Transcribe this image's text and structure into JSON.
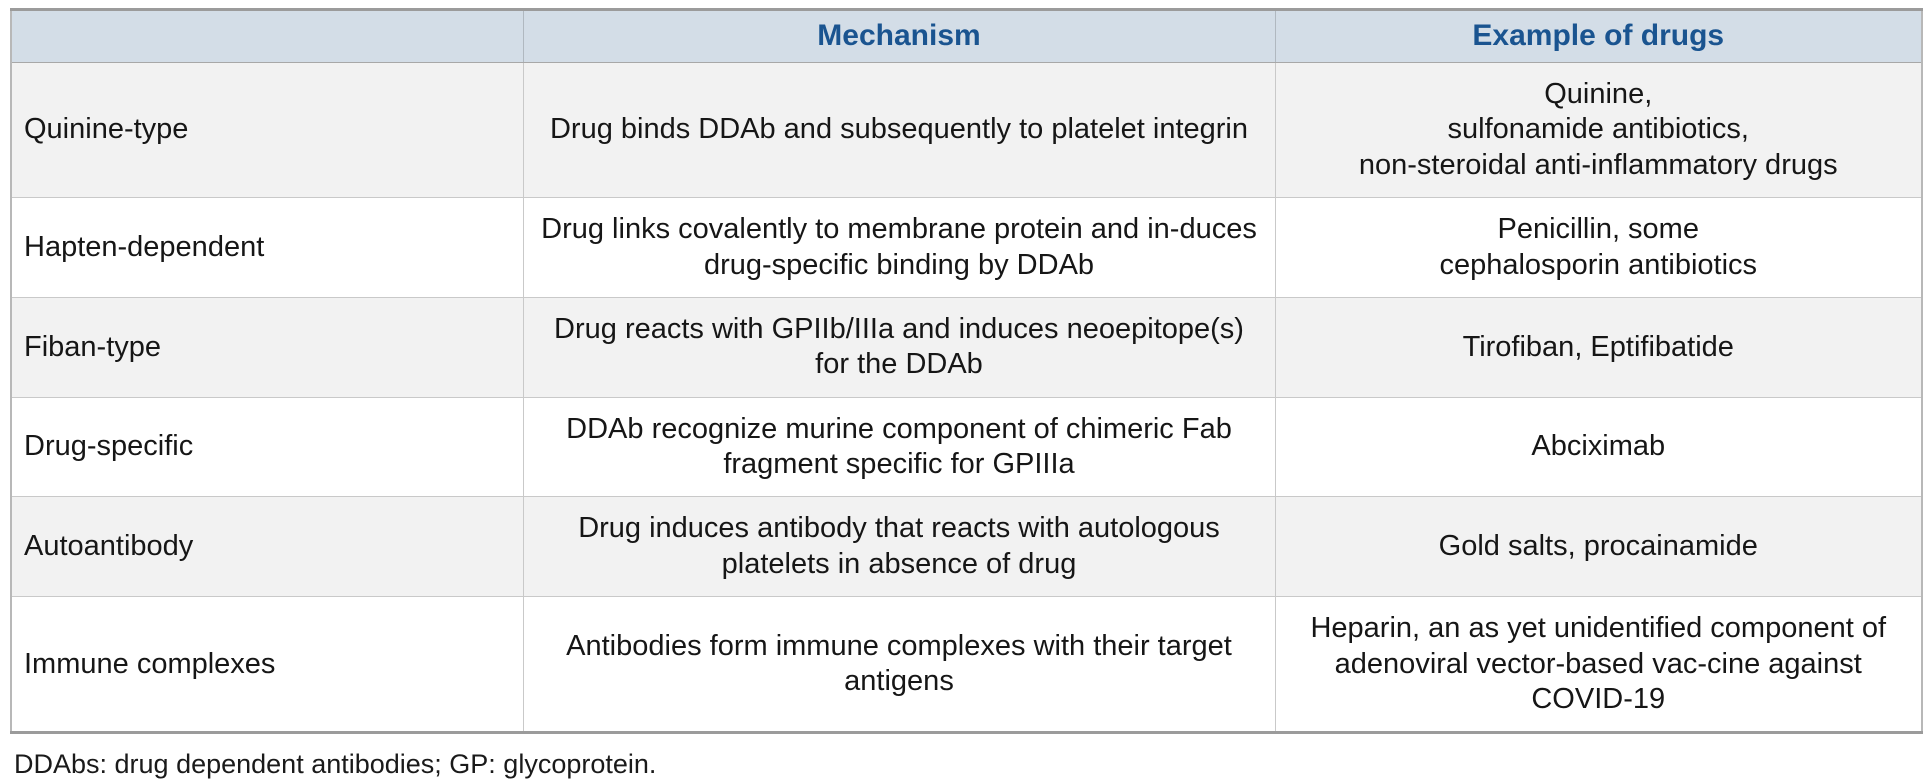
{
  "table": {
    "headers": {
      "type": "",
      "mechanism": "Mechanism",
      "drugs": "Example of drugs"
    },
    "rows": [
      {
        "type": "Quinine-type",
        "mechanism": "Drug binds DDAb and subsequently to platelet integrin",
        "drugs": "Quinine,\nsulfonamide antibiotics,\nnon-steroidal anti-inflammatory drugs"
      },
      {
        "type": "Hapten-dependent",
        "mechanism": "Drug links covalently to membrane protein and in-duces drug-specific binding by DDAb",
        "drugs": "Penicillin, some\ncephalosporin antibiotics"
      },
      {
        "type": "Fiban-type",
        "mechanism": "Drug reacts with GPIIb/IIIa and induces neoepitope(s) for the DDAb",
        "drugs": "Tirofiban, Eptifibatide"
      },
      {
        "type": "Drug-specific",
        "mechanism": "DDAb recognize murine component of chimeric Fab fragment specific for GPIIIa",
        "drugs": "Abciximab"
      },
      {
        "type": "Autoantibody",
        "mechanism": "Drug induces antibody that reacts with autologous platelets in absence of drug",
        "drugs": "Gold salts, procainamide"
      },
      {
        "type": "Immune complexes",
        "mechanism": "Antibodies form immune complexes with their target antigens",
        "drugs": "Heparin, an as yet unidentified component of adenoviral vector-based vac-cine against COVID-19"
      }
    ]
  },
  "footnote": "DDAbs: drug dependent antibodies; GP: glycoprotein.",
  "colors": {
    "header_background": "#d3dde7",
    "header_text": "#1a5490",
    "row_shade": "#f2f2f2",
    "row_plain": "#ffffff",
    "border": "#c9c9c9",
    "outer_border": "#9b9b9b"
  }
}
